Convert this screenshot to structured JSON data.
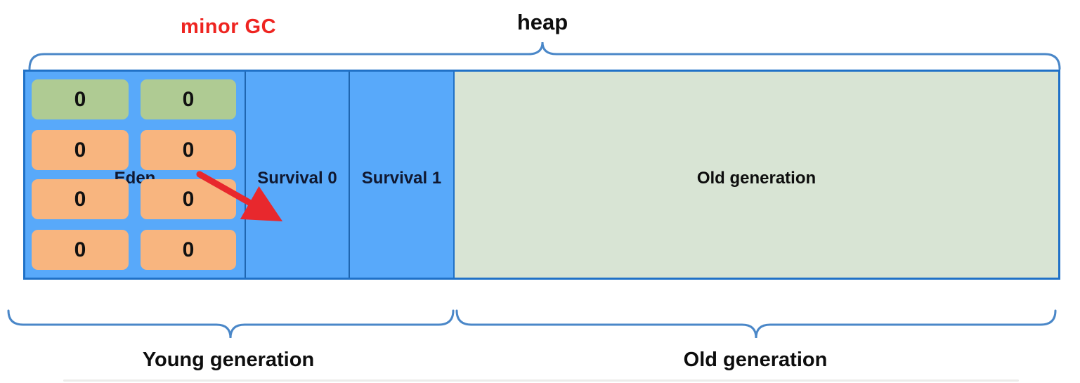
{
  "labels": {
    "minor_gc": "minor GC",
    "heap": "heap",
    "eden": "Eden",
    "survival0": "Survival 0",
    "survival1": "Survival 1",
    "old_generation_region": "Old generation",
    "young_generation_brace": "Young generation",
    "old_generation_brace": "Old generation"
  },
  "eden": {
    "objects": [
      {
        "value": "0",
        "color": "green"
      },
      {
        "value": "0",
        "color": "green"
      },
      {
        "value": "0",
        "color": "orange"
      },
      {
        "value": "0",
        "color": "orange"
      },
      {
        "value": "0",
        "color": "orange"
      },
      {
        "value": "0",
        "color": "orange"
      },
      {
        "value": "0",
        "color": "orange"
      },
      {
        "value": "0",
        "color": "orange"
      }
    ]
  },
  "colors": {
    "region_blue": "#58a9fa",
    "container_border": "#2071c7",
    "divider_blue": "#1f66b0",
    "green_object": "#afcb93",
    "orange_object": "#f8b57f",
    "old_generation_fill": "#d8e4d4",
    "brace_blue": "#4a87c8",
    "red_accent": "#ee2420",
    "label_color": "#111111"
  }
}
